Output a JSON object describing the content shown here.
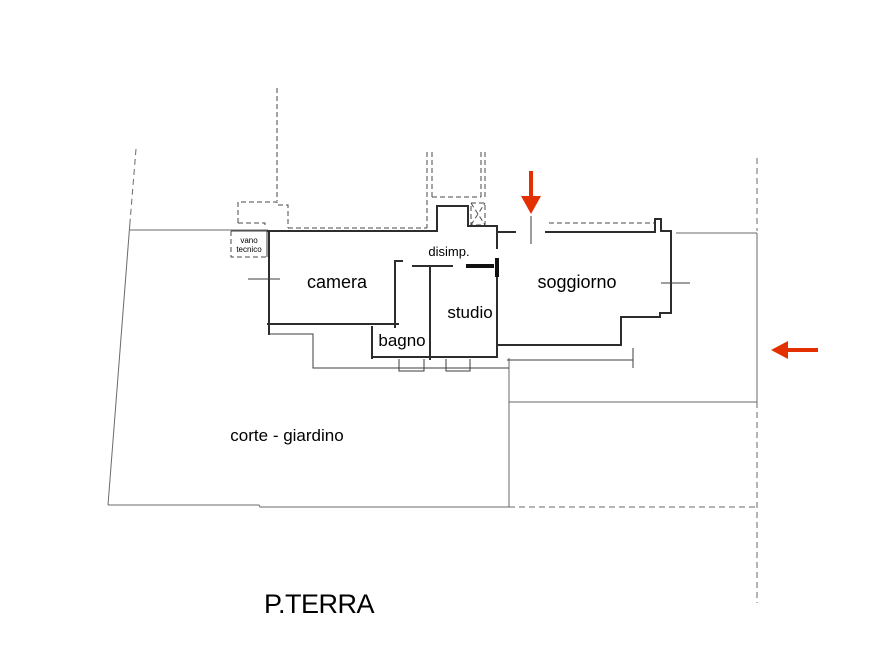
{
  "plan_title": "P.TERRA",
  "rooms": {
    "camera": "camera",
    "soggiorno": "soggiorno",
    "studio": "studio",
    "bagno": "bagno",
    "disimpegno": "disimp.",
    "vano_tecnico_line1": "vano",
    "vano_tecnico_line2": "tecnico",
    "corte_giardino": "corte - giardino"
  },
  "icons": {
    "entrance_arrow_down": "red-arrow-down",
    "entrance_arrow_left": "red-arrow-left"
  },
  "colors": {
    "arrow": "#e33000",
    "wall": "#2d2d2d",
    "boundary": "#6a6a6a",
    "background": "#ffffff"
  }
}
